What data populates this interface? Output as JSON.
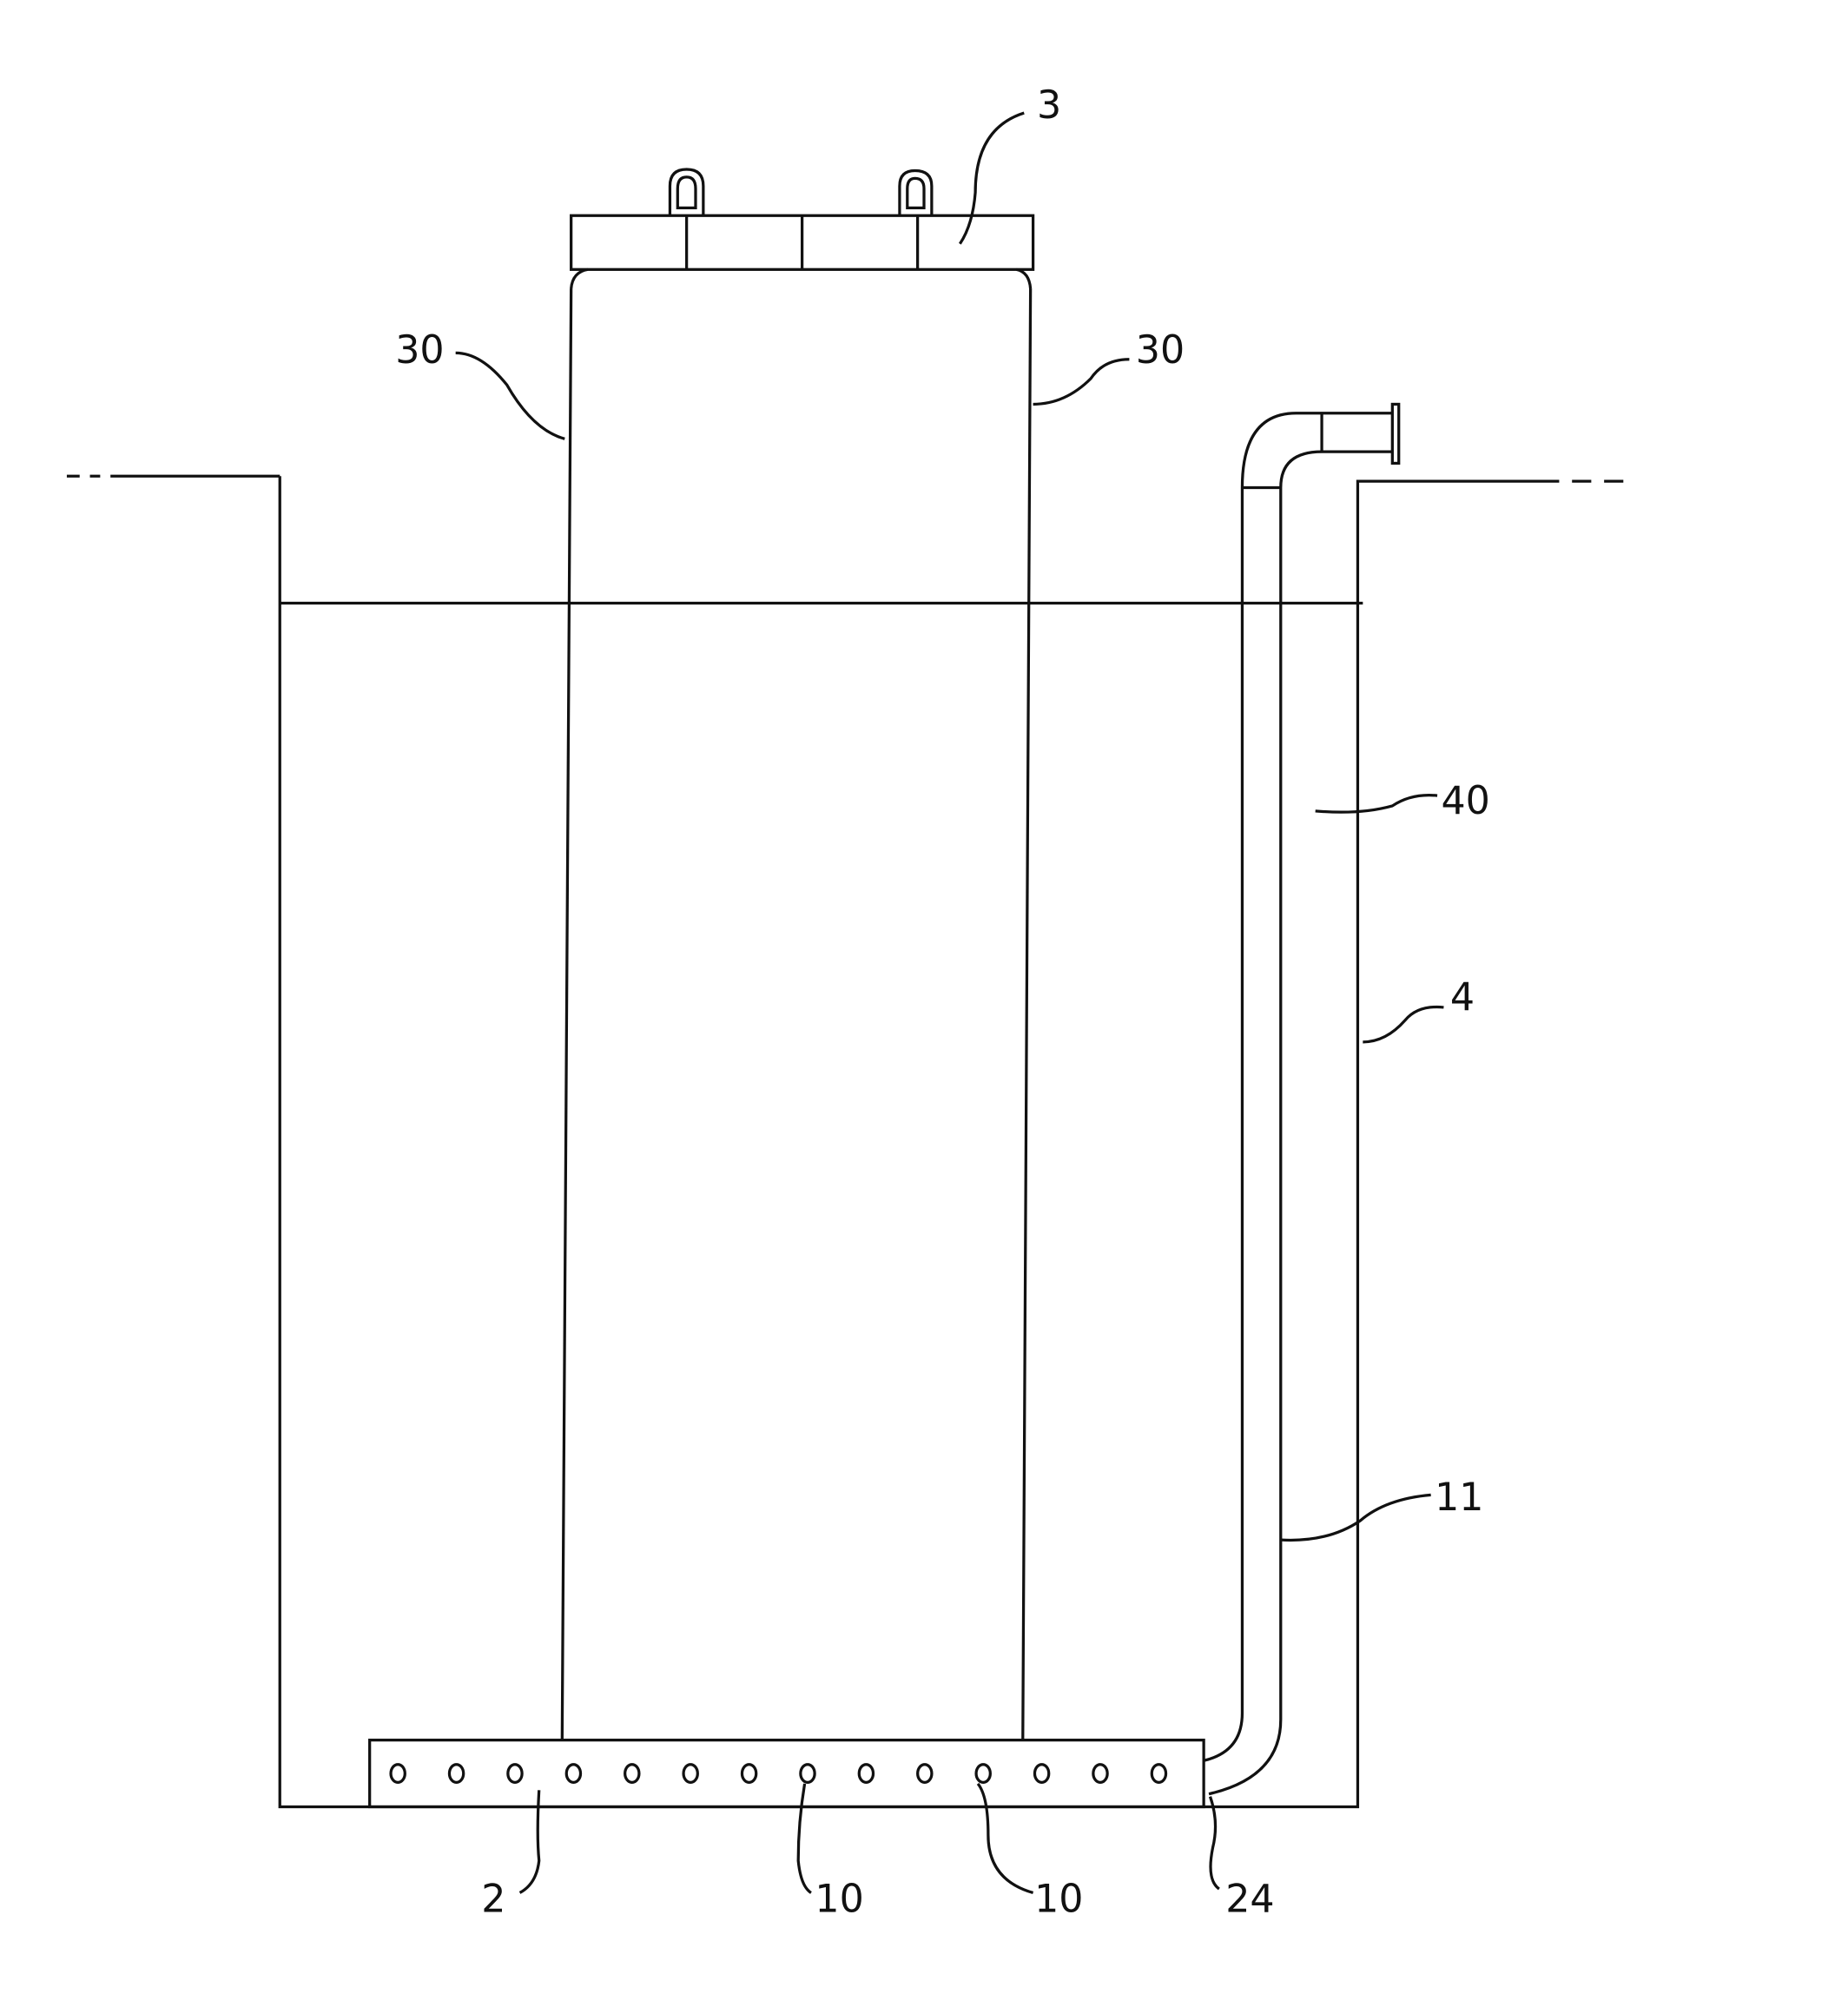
{
  "figure": {
    "labels": {
      "cover": "3",
      "side_left": "30",
      "side_right": "30",
      "gap": "40",
      "tank": "4",
      "pipe": "11",
      "base": "2",
      "hole_a": "10",
      "hole_b": "10",
      "outlet": "24"
    },
    "hole_count": 14,
    "line_color": "#111111"
  }
}
